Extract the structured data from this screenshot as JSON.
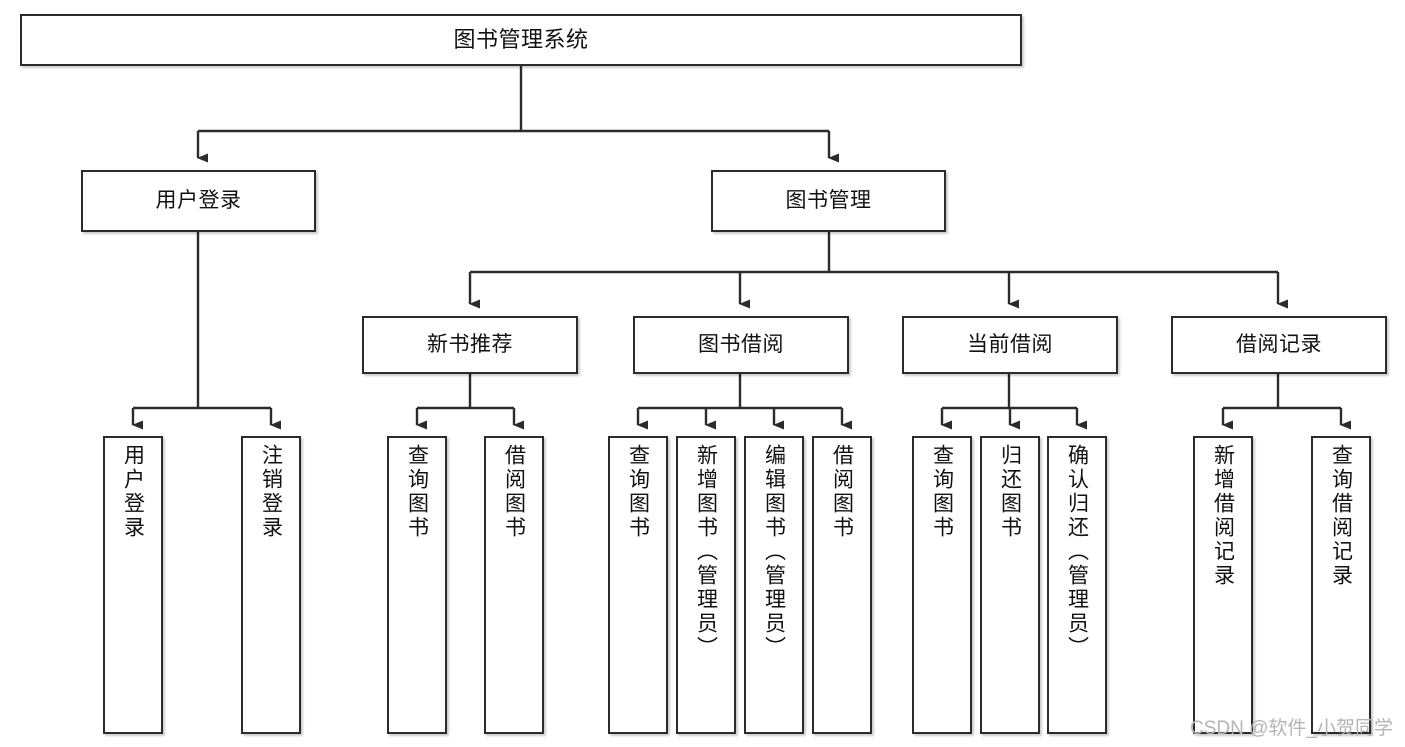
{
  "diagram": {
    "title": "图书管理系统",
    "type": "tree-hierarchy",
    "levels": {
      "root": {
        "label": "图书管理系统"
      },
      "level2": [
        {
          "id": "user-login",
          "label": "用户登录"
        },
        {
          "id": "book-management",
          "label": "图书管理"
        }
      ],
      "level3": [
        {
          "id": "new-book-recommend",
          "label": "新书推荐",
          "parent": "book-management"
        },
        {
          "id": "book-borrow",
          "label": "图书借阅",
          "parent": "book-management"
        },
        {
          "id": "current-borrow",
          "label": "当前借阅",
          "parent": "book-management"
        },
        {
          "id": "borrow-record",
          "label": "借阅记录",
          "parent": "book-management"
        }
      ],
      "leaves": [
        {
          "id": "leaf-user-login",
          "label": "用户登录",
          "parent": "user-login"
        },
        {
          "id": "leaf-logout-login",
          "label": "注销登录",
          "parent": "user-login"
        },
        {
          "id": "leaf-query-book-1",
          "label": "查询图书",
          "parent": "new-book-recommend"
        },
        {
          "id": "leaf-borrow-book-1",
          "label": "借阅图书",
          "parent": "new-book-recommend"
        },
        {
          "id": "leaf-query-book-2",
          "label": "查询图书",
          "parent": "book-borrow"
        },
        {
          "id": "leaf-add-book",
          "label": "新增图书（管理员）",
          "parent": "book-borrow"
        },
        {
          "id": "leaf-edit-book",
          "label": "编辑图书（管理员）",
          "parent": "book-borrow"
        },
        {
          "id": "leaf-borrow-book-2",
          "label": "借阅图书",
          "parent": "book-borrow"
        },
        {
          "id": "leaf-query-book-3",
          "label": "查询图书",
          "parent": "current-borrow"
        },
        {
          "id": "leaf-return-book",
          "label": "归还图书",
          "parent": "current-borrow"
        },
        {
          "id": "leaf-confirm-return",
          "label": "确认归还（管理员）",
          "parent": "current-borrow"
        },
        {
          "id": "leaf-add-record",
          "label": "新增借阅记录",
          "parent": "borrow-record"
        },
        {
          "id": "leaf-query-record",
          "label": "查询借阅记录",
          "parent": "borrow-record"
        }
      ]
    }
  },
  "watermark": {
    "text": "CSDN @软件_小贺同学"
  },
  "colors": {
    "stroke": "#2b2b2b",
    "box_fill": "#ffffff",
    "text": "#111111",
    "watermark": "#b4b4b4",
    "background": "#ffffff"
  }
}
